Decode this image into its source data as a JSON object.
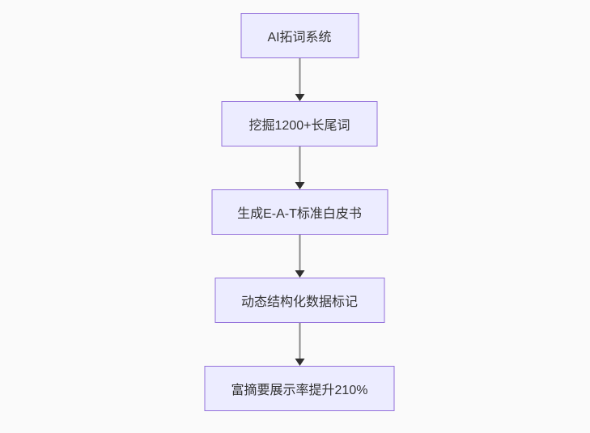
{
  "page": {
    "background_color": "#fafafa"
  },
  "diagram": {
    "type": "flowchart-top-down",
    "style": {
      "node_fill": "#ECECFF",
      "node_border": "#9370DB",
      "node_text_color": "#333333",
      "edge_line_color": "#8a8a8a",
      "arrowhead_color": "#2f2f2f"
    },
    "nodes": [
      {
        "label": "AI拓词系统"
      },
      {
        "label": "挖掘1200+长尾词"
      },
      {
        "label": "生成E-A-T标准白皮书"
      },
      {
        "label": "动态结构化数据标记"
      },
      {
        "label": "富摘要展示率提升210%"
      }
    ],
    "edges": [
      {
        "from": 0,
        "to": 1
      },
      {
        "from": 1,
        "to": 2
      },
      {
        "from": 2,
        "to": 3
      },
      {
        "from": 3,
        "to": 4
      }
    ]
  }
}
